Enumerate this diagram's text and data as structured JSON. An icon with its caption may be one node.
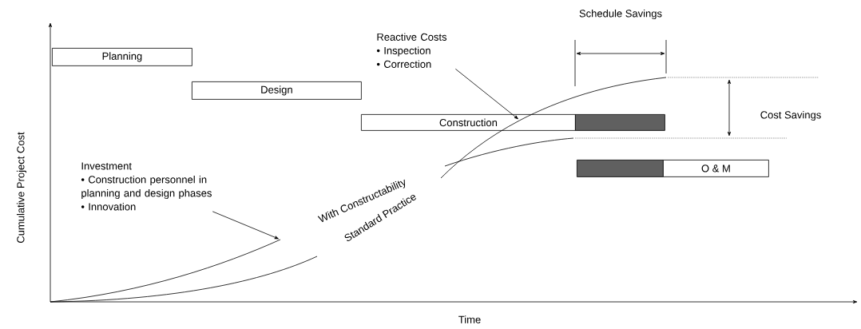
{
  "diagram": {
    "nodes": [
      {
        "text": [
          "Planning"
        ]
      },
      {
        "text": [
          "Design"
        ]
      },
      {
        "text": [
          "Construction"
        ]
      },
      {
        "text": [],
        "shape": "bar"
      },
      {
        "text": [],
        "shape": "bar"
      },
      {
        "text": [
          "O & M"
        ]
      },
      {
        "text": [
          "Investment",
          "• Construction personnel in planning and design phases",
          "• Innovation"
        ]
      },
      {
        "text": [
          "Reactive Costs",
          "• Inspection",
          "• Correction"
        ]
      },
      {
        "text": [],
        "shape": "curve"
      },
      {
        "text": [],
        "shape": "curve"
      }
    ],
    "edges": [
      {
        "from": 6,
        "to": 8,
        "arrow": "to"
      },
      {
        "from": 7,
        "to": 9,
        "arrow": "to"
      }
    ],
    "labels": [
      "Schedule Savings",
      "Cost Savings",
      "With Constructability",
      "Standard Practice",
      "Cumulative Project Cost",
      "Time"
    ]
  }
}
